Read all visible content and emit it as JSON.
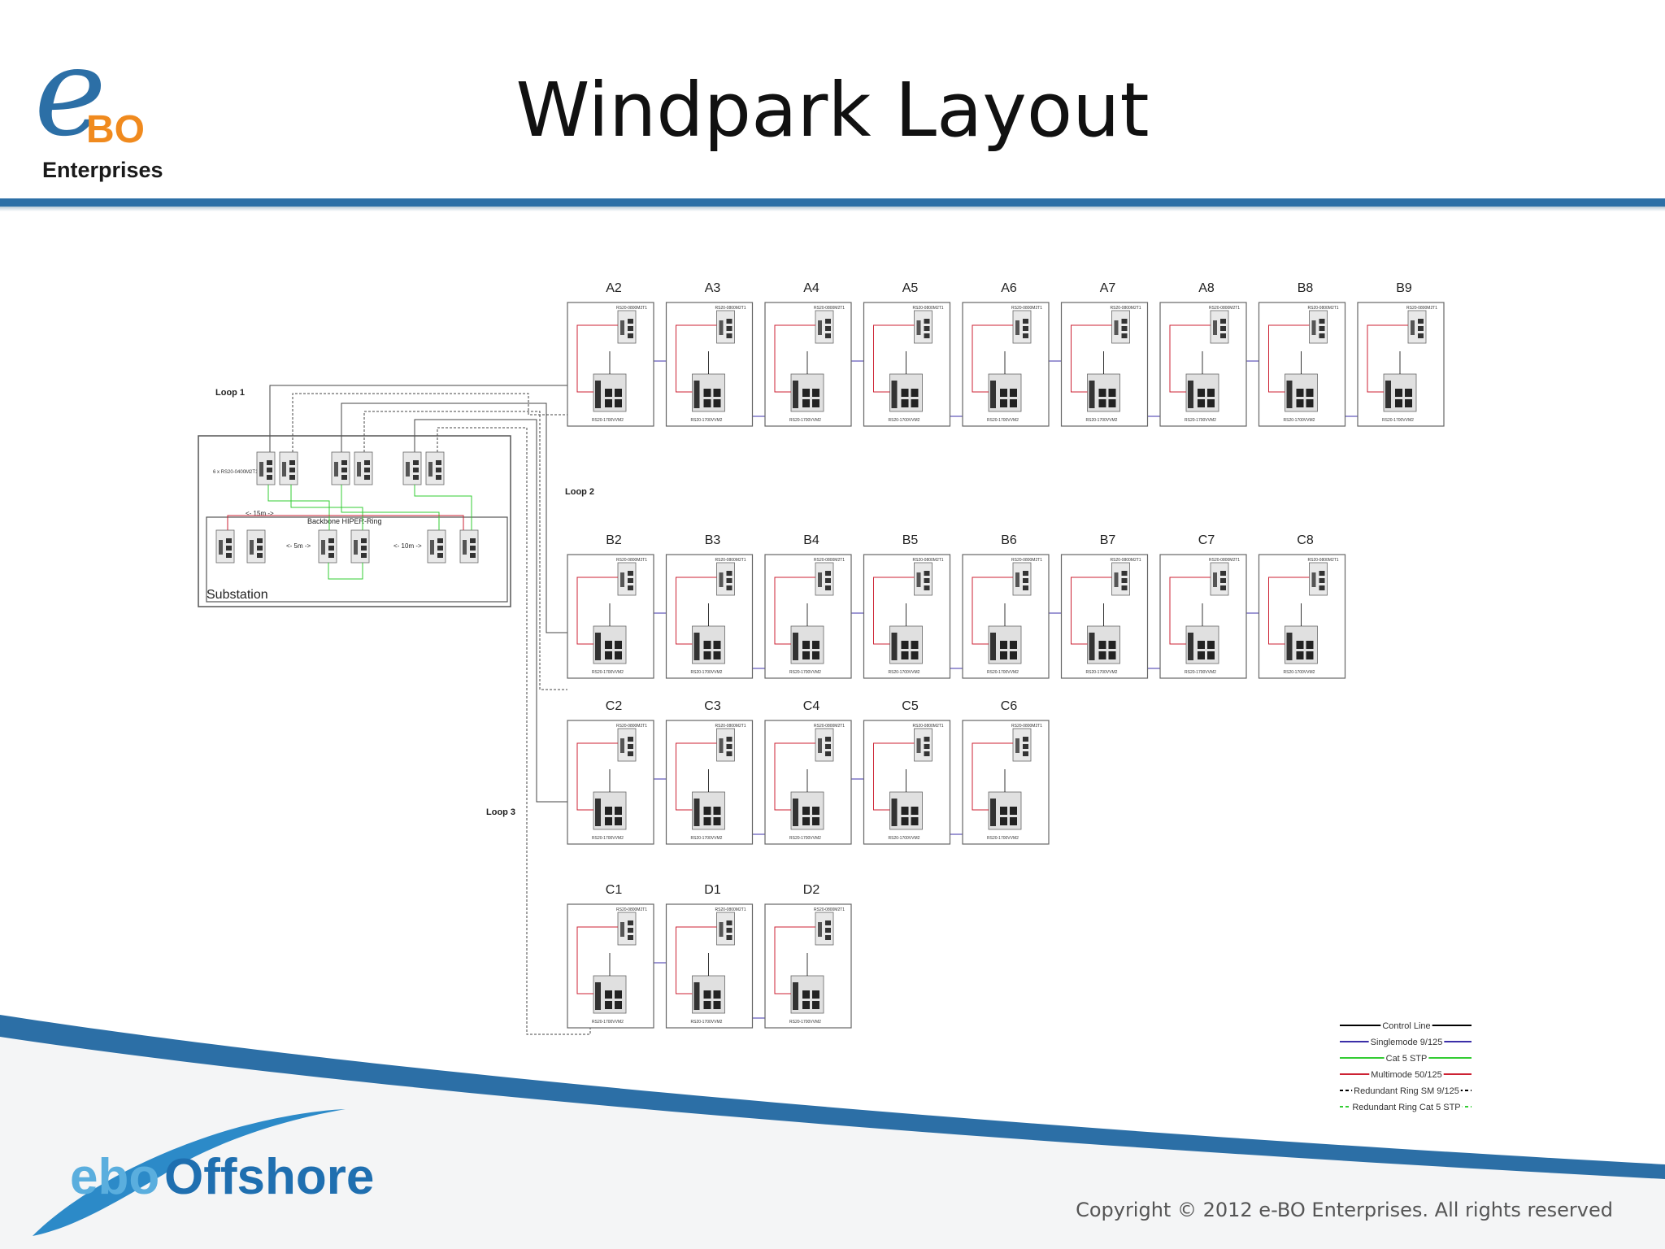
{
  "title": "Windpark Layout",
  "logo_top": {
    "letter": "e",
    "bo": "BO",
    "name": "Enterprises"
  },
  "logo_bottom": {
    "part1": "ebo",
    "part2": "Offshore"
  },
  "copyright": "Copyright © 2012 e-BO Enterprises. All rights reserved",
  "colors": {
    "brand_blue": "#2c6fa6",
    "brand_orange": "#f08a1e",
    "control_line": "#000000",
    "singlemode": "#3b2fa8",
    "cat5": "#33cc33",
    "multimode": "#cc2233"
  },
  "rows": [
    {
      "turbines": [
        "A2",
        "A3",
        "A4",
        "A5",
        "A6",
        "A7",
        "A8",
        "B8",
        "B9"
      ]
    },
    {
      "turbines": [
        "B2",
        "B3",
        "B4",
        "B5",
        "B6",
        "B7",
        "C7",
        "C8"
      ]
    },
    {
      "turbines": [
        "C2",
        "C3",
        "C4",
        "C5",
        "C6"
      ]
    },
    {
      "turbines": [
        "C1",
        "D1",
        "D2"
      ]
    }
  ],
  "top_switch_label": "RS20-0800M2T1",
  "bottom_switch_label": "RS20-1700VVM2",
  "loops": [
    "Loop 1",
    "Loop 2",
    "Loop 3"
  ],
  "substation": {
    "label": "Substation",
    "switch_note": "6 x RS20-0400M2T1",
    "ring_label": "Backbone HIPER-Ring",
    "dist_15m": "<- 15m ->",
    "dist_5m": "<- 5m ->",
    "dist_10m": "<- 10m ->"
  },
  "legend": [
    {
      "label": "Control Line",
      "color": "#000000",
      "dashed": false
    },
    {
      "label": "Singlemode 9/125",
      "color": "#3b2fa8",
      "dashed": false
    },
    {
      "label": "Cat 5 STP",
      "color": "#33cc33",
      "dashed": false
    },
    {
      "label": "Multimode 50/125",
      "color": "#cc2233",
      "dashed": false
    },
    {
      "label": "Redundant Ring SM 9/125",
      "color": "#000000",
      "dashed": true
    },
    {
      "label": "Redundant Ring Cat 5 STP",
      "color": "#33cc33",
      "dashed": true
    }
  ]
}
